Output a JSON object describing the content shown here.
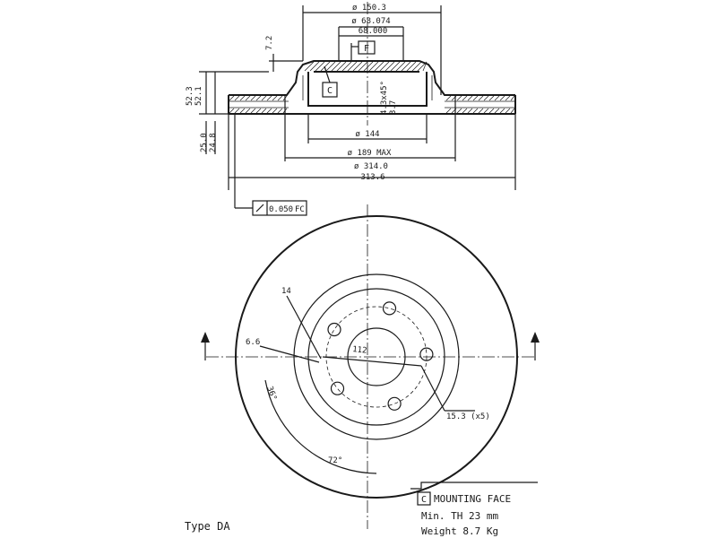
{
  "section": {
    "dim_outer_hub": "ø 150.3",
    "dim_bore_max": "ø 68.074",
    "dim_bore_min": "68.000",
    "dim_flange": "7.2",
    "datum_f": "F",
    "datum_c": "C",
    "dim_height_max": "52.3",
    "dim_height_min": "52.1",
    "chamfer_a": "4.3x45°",
    "chamfer_b": "3.7",
    "dim_thickness_max": "25.0",
    "dim_thickness_min": "24.8",
    "dim_144": "ø 144",
    "dim_189": "ø 189 MAX",
    "dim_diam_max": "ø 314.0",
    "dim_diam_min": "313.6",
    "runout_value": "0.050",
    "runout_ref": "FC"
  },
  "plan": {
    "dim_14": "14",
    "dim_6_6": "6.6",
    "dim_112": "112",
    "angle_36": "36°",
    "angle_72": "72°",
    "bolt_holes": "15.3 (x5)"
  },
  "notes": {
    "mounting_letter": "C",
    "mounting_face": "MOUNTING FACE",
    "min_thickness": "Min. TH 23 mm",
    "weight": "Weight 8.7 Kg",
    "type": "Type DA"
  }
}
